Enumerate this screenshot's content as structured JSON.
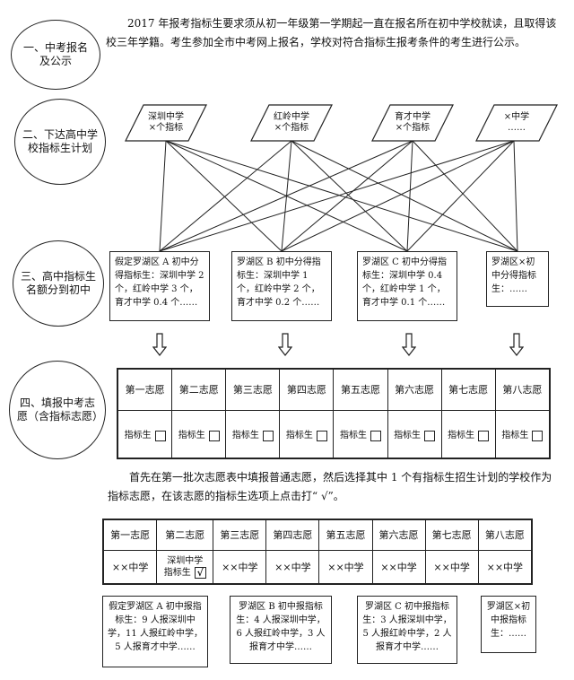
{
  "steps": [
    "一、中考报名及公示",
    "二、下达高中学校指标生计划",
    "三、高中指标生名额分到初中",
    "四、填报中考志愿（含指标志愿）"
  ],
  "intro_text": "2017 年报考指标生要求须从初一年级第一学期起一直在报名所在初中学校就读，且取得该校三年学籍。考生参加全市中考网上报名，学校对符合指标生报考条件的考生进行公示。",
  "high_schools": [
    {
      "line1": "深圳中学",
      "line2": "×个指标"
    },
    {
      "line1": "红岭中学",
      "line2": "×个指标"
    },
    {
      "line1": "育才中学",
      "line2": "×个指标"
    },
    {
      "line1": "×中学",
      "line2": "……"
    }
  ],
  "middle_school_allocations": [
    "假定罗湖区 A 初中分得指标生：深圳中学 2 个，红岭中学 3 个，育才中学 0.4 个……",
    "罗湖区 B 初中分得指标生：深圳中学 1 个，红岭中学 2 个，育才中学 0.2 个……",
    "罗湖区 C 初中分得指标生：深圳中学 0.4 个，红岭中学 1 个，育才中学 0.1 个……",
    "罗湖区×初中分得指标生：……"
  ],
  "wishes": [
    "第一志愿",
    "第二志愿",
    "第三志愿",
    "第四志愿",
    "第五志愿",
    "第六志愿",
    "第七志愿",
    "第八志愿"
  ],
  "zhibiao_label": "指标生",
  "instruction_text": "首先在第一批次志愿表中填报普通志愿，然后选择其中 1 个有指标生招生计划的学校作为指标志愿，在该志愿的指标生选项上点击打“ √”。",
  "example_school": "××中学",
  "selected_school": "深圳中学",
  "selected_label": "指标生",
  "check_mark": "√",
  "applicant_boxes": [
    "假定罗湖区 A 初中报指标生：9 人报深圳中学，11 人报红岭中学，5 人报育才中学……",
    "罗湖区 B 初中报指标生：4 人报深圳中学，6 人报红岭中学，3 人报育才中学……",
    "罗湖区 C 初中报指标生：3 人报深圳中学，5 人报红岭中学，2 人报育才中学……",
    "罗湖区×初中报指标生：……"
  ]
}
